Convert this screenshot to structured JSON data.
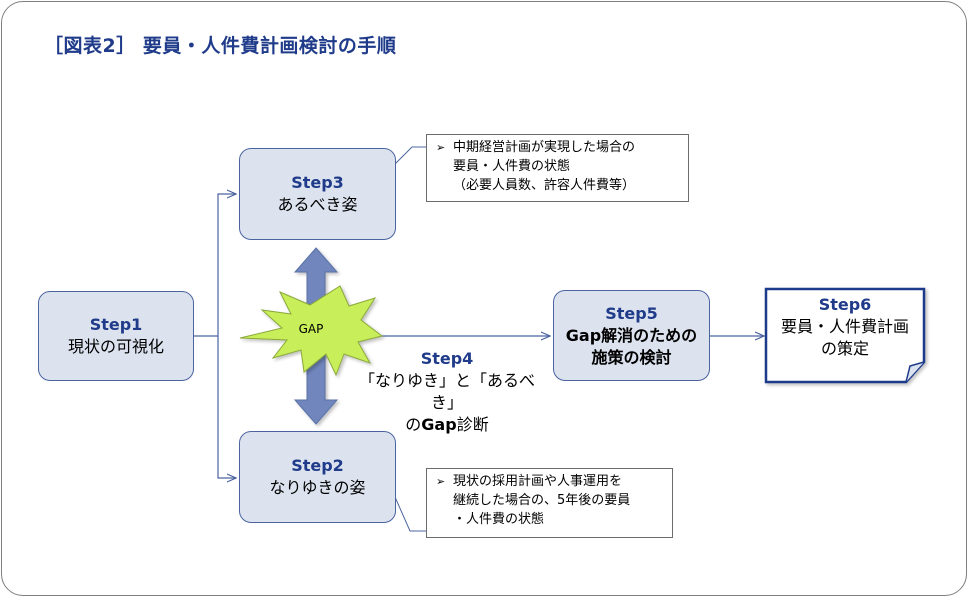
{
  "title": "［図表2］ 要員・人件費計画検討の手順",
  "colors": {
    "title": "#1f3b8a",
    "box_fill": "#dce3ef",
    "box_border": "#4b64a0",
    "arrow_fill": "#6f86bd",
    "gap_fill": "#c8ee5a",
    "connector": "#4b64a0"
  },
  "steps": {
    "step1": {
      "name": "Step1",
      "desc": "現状の可視化"
    },
    "step2": {
      "name": "Step2",
      "desc": "なりゆきの姿"
    },
    "step3": {
      "name": "Step3",
      "desc": "あるべき姿"
    },
    "step4": {
      "name": "Step4",
      "desc_part1": "「なりゆき」と「あるべき」",
      "desc_part2_prefix": "の",
      "desc_part2_bold": "Gap",
      "desc_part2_suffix": "診断"
    },
    "step5": {
      "name": "Step5",
      "desc_line1": "Gap解消のための",
      "desc_line2": "施策の検討"
    },
    "step6": {
      "name": "Step6",
      "desc_line1": "要員・人件費計画",
      "desc_line2": "の策定"
    }
  },
  "gap_label": "GAP",
  "notes": {
    "top": {
      "bullet": "➢",
      "lines": [
        "中期経営計画が実現した場合の",
        "要員・人件費の状態",
        "（必要人員数、許容人件費等）"
      ]
    },
    "bottom": {
      "bullet": "➢",
      "lines": [
        "現状の採用計画や人事運用を",
        "継続した場合の、5年後の要員",
        "・人件費の状態"
      ]
    }
  }
}
